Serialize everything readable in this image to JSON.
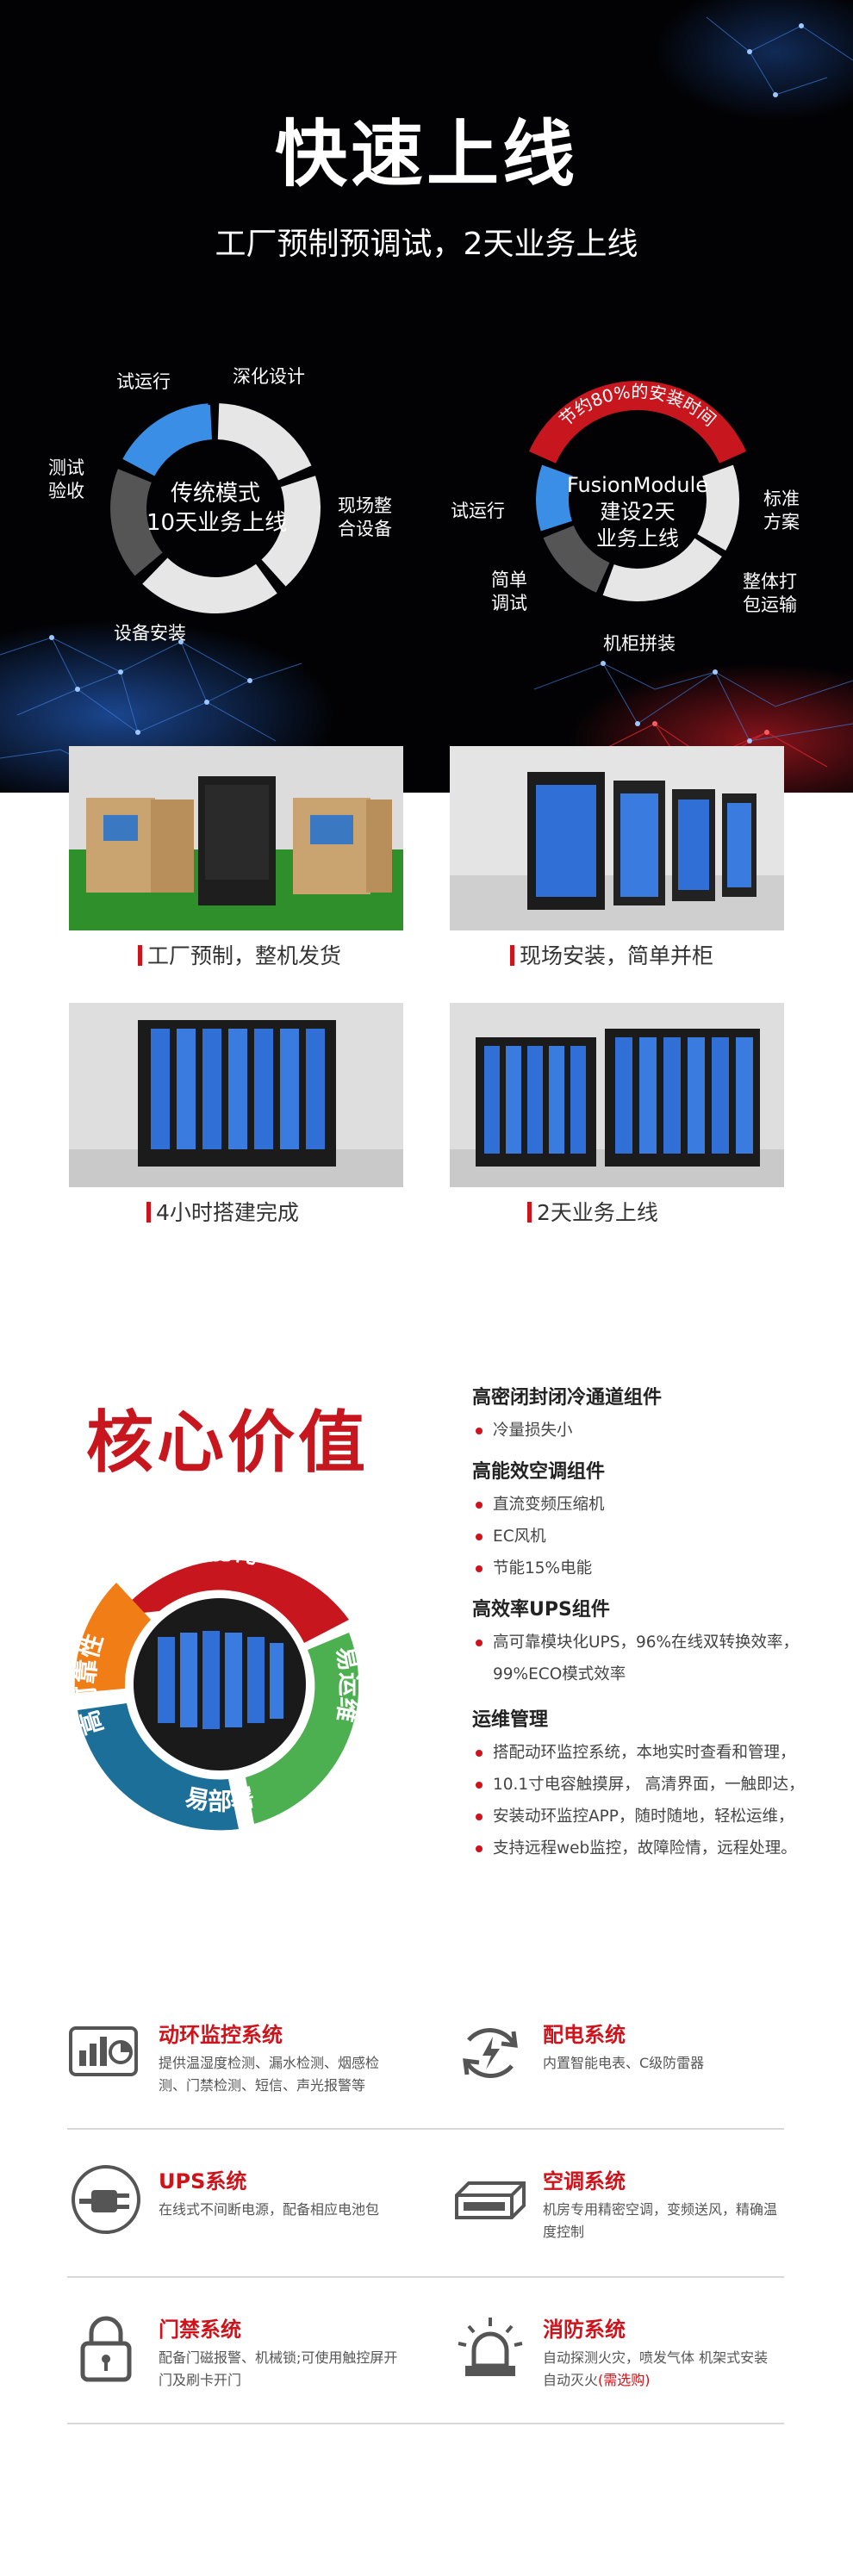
{
  "hero": {
    "title": "快速上线",
    "subtitle": "工厂预制预调试，2天业务上线"
  },
  "traditional_ring": {
    "center_lines": [
      "传统模式",
      "10天业务上线"
    ],
    "labels": {
      "trial_run": "试运行",
      "deepen_design": "深化设计",
      "site_prepare": [
        "现场整",
        "合设备"
      ],
      "install": "设备安装",
      "test_accept": [
        "测试",
        "验收"
      ]
    },
    "colors": {
      "highlight": "#3a8ee6",
      "light": "#e6e6e6",
      "dark": "#555555"
    }
  },
  "fusion_ring": {
    "center_lines": [
      "FusionModule",
      "建设2天",
      "业务上线"
    ],
    "arc_label": "节约80%的安装时间",
    "labels": {
      "trial_run": "试运行",
      "standard": [
        "标准",
        "方案"
      ],
      "package": [
        "整体打",
        "包运输"
      ],
      "assemble": "机柜拼装",
      "debug": [
        "简单",
        "调试"
      ]
    },
    "colors": {
      "arc": "#c8161e",
      "highlight": "#3a8ee6",
      "light": "#e6e6e6",
      "dark": "#555555"
    }
  },
  "photos": [
    {
      "caption": "工厂预制，整机发货"
    },
    {
      "caption": "现场安装，简单并柜"
    },
    {
      "caption": "4小时搭建完成"
    },
    {
      "caption": "2天业务上线"
    }
  ],
  "core": {
    "title": "核心价值",
    "wheel_labels": {
      "top": "低能耗",
      "right": "易运维",
      "bottom": "易部署",
      "left": "高可靠性"
    },
    "wheel_colors": {
      "top": "#c8161e",
      "right": "#4caf50",
      "bottom": "#1b6f99",
      "left": "#f07d16"
    },
    "features": [
      {
        "heading": "高密闭封闭冷通道组件",
        "items": [
          "冷量损失小"
        ]
      },
      {
        "heading": "高能效空调组件",
        "items": [
          "直流变频压缩机",
          "EC风机",
          "节能15%电能"
        ]
      },
      {
        "heading": "高效率UPS组件",
        "items": [
          "高可靠模块化UPS，96%在线双转换效率，"
        ],
        "continuation": "99%ECO模式效率"
      },
      {
        "heading": "运维管理",
        "items": [
          "搭配动环监控系统，本地实时查看和管理，",
          "10.1寸电容触摸屏， 高清界面，一触即达，",
          "安装动环监控APP，随时随地，轻松运维，",
          "支持远程web监控，故障险情，远程处理。"
        ]
      }
    ]
  },
  "systems": [
    {
      "icon": "monitor-chart-icon",
      "title": "动环监控系统",
      "desc": "提供温湿度检测、漏水检测、烟感检测、门禁检测、短信、声光报警等",
      "note": ""
    },
    {
      "icon": "power-cycle-icon",
      "title": "配电系统",
      "desc": "内置智能电表、C级防雷器",
      "note": ""
    },
    {
      "icon": "plug-icon",
      "title": "UPS系统",
      "desc": "在线式不间断电源，配备相应电池包",
      "note": ""
    },
    {
      "icon": "air-conditioner-icon",
      "title": "空调系统",
      "desc": "机房专用精密空调，变频送风，精确温度控制",
      "note": ""
    },
    {
      "icon": "padlock-icon",
      "title": "门禁系统",
      "desc": "配备门磁报警、机械锁;可使用触控屏开门及刷卡开门",
      "note": ""
    },
    {
      "icon": "alarm-light-icon",
      "title": "消防系统",
      "desc": "自动探测火灾，喷发气体 机架式安装 自动灭火",
      "note": "(需选购)"
    }
  ],
  "colors": {
    "accent": "#d0121b",
    "hero_bg": "#020204"
  }
}
